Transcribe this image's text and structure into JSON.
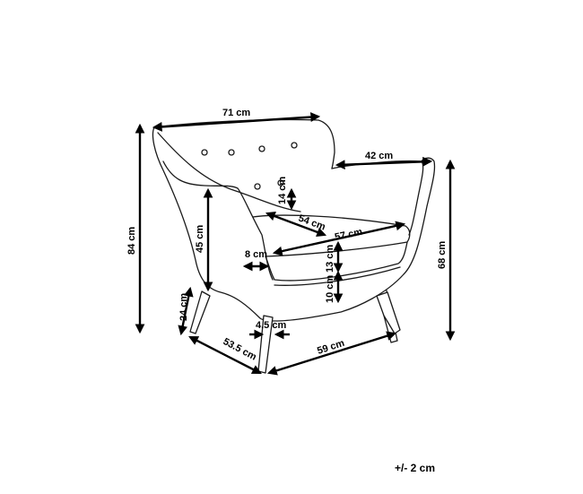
{
  "dimensions": {
    "overall_width": "71 cm",
    "arm_depth": "42 cm",
    "backrest_above_arm": "14 cm",
    "seat_depth": "54 cm",
    "seat_width": "57 cm",
    "total_height": "84 cm",
    "arm_height": "45 cm",
    "arm_thickness": "8 cm",
    "seat_cushion": "13 cm",
    "seat_base": "10 cm",
    "leg_height": "24 cm",
    "leg_width": "4.5 cm",
    "base_depth": "53.5 cm",
    "base_width": "59 cm",
    "height_to_arm": "68 cm"
  },
  "tolerance": "+/- 2 cm"
}
